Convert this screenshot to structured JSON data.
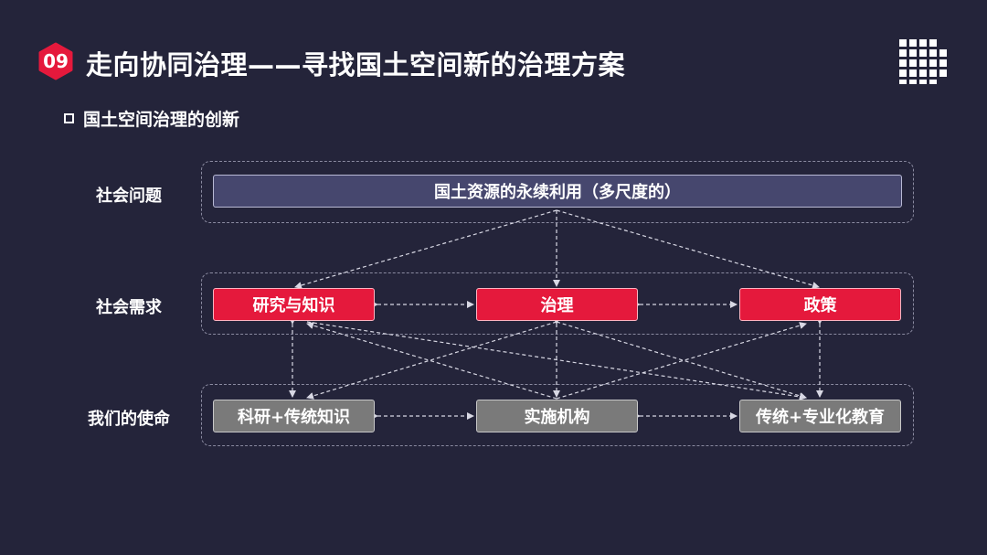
{
  "header": {
    "badge_number": "09",
    "title": "走向协同治理——寻找国土空间新的治理方案",
    "logo_icon": "grid-logo-icon"
  },
  "subtitle": "国土空间治理的创新",
  "rows": [
    {
      "label": "社会问题",
      "items": [
        "国土资源的永续利用（多尺度的）"
      ]
    },
    {
      "label": "社会需求",
      "items": [
        "研究与知识",
        "治理",
        "政策"
      ]
    },
    {
      "label": "我们的使命",
      "items": [
        "科研+传统知识",
        "实施机构",
        "传统+专业化教育"
      ]
    }
  ],
  "colors": {
    "background": "#24243a",
    "accent_red": "#e5193c",
    "problem_box": "#46476e",
    "mission_box": "#7a7a7a"
  }
}
